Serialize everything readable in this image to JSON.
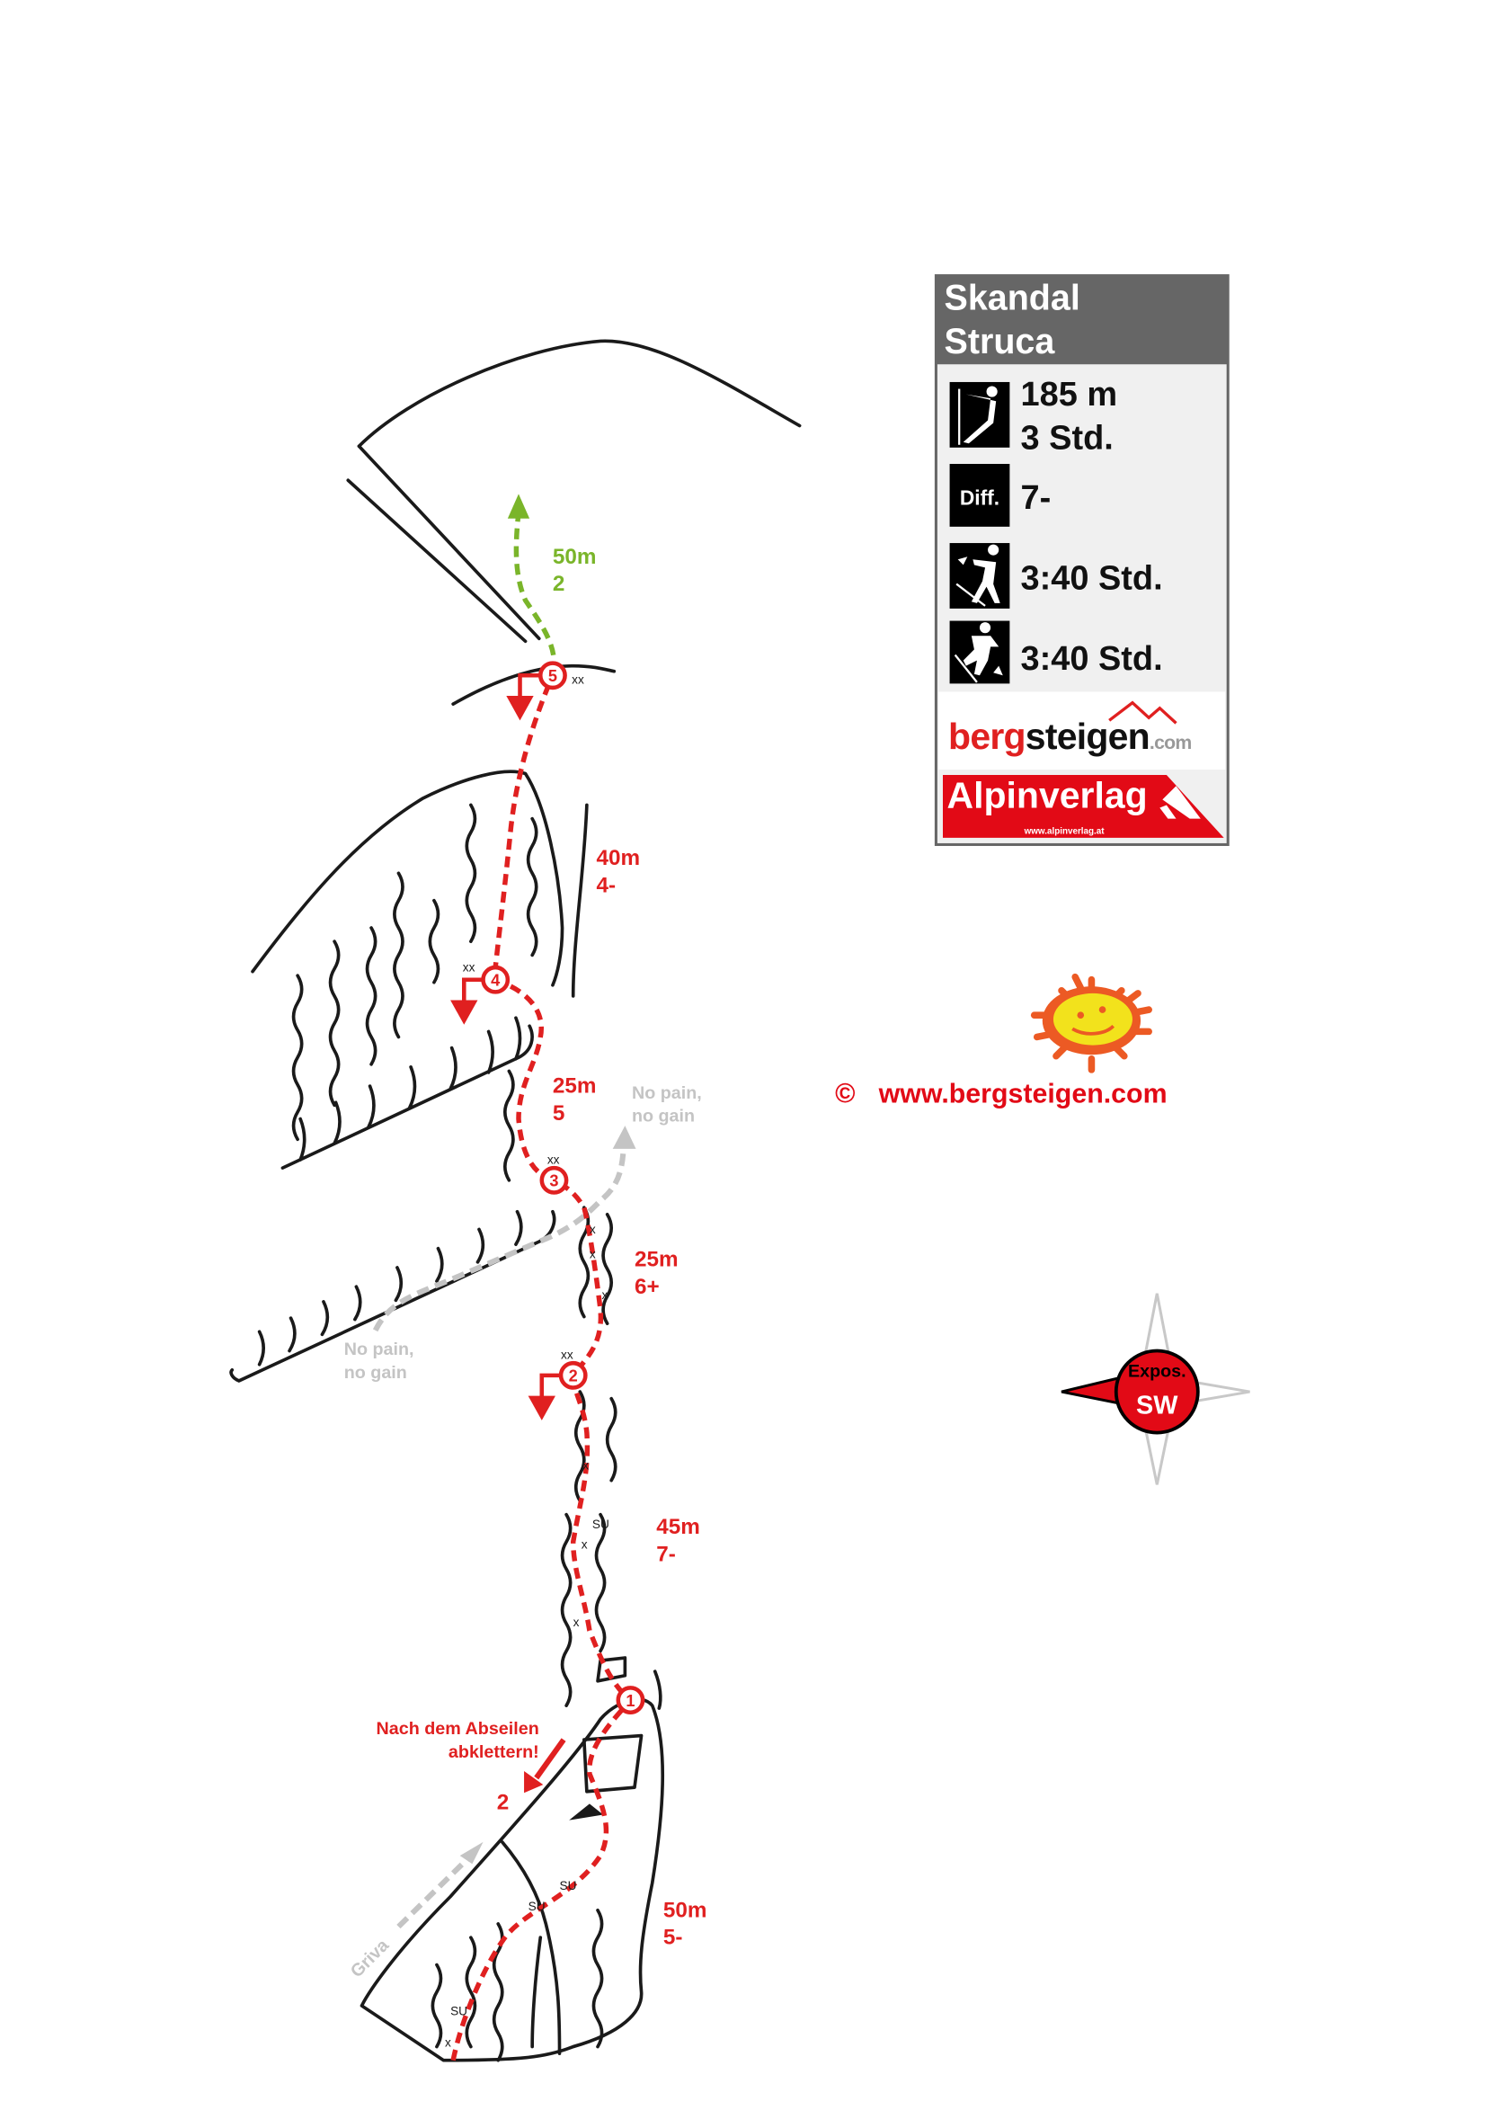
{
  "route": {
    "title_line1": "Skandal",
    "title_line2": "Struca",
    "length": "185 m",
    "time": "3 Std.",
    "difficulty_label": "Diff.",
    "difficulty": "7-",
    "approach_time": "3:40 Std.",
    "descent_time": "3:40 Std."
  },
  "branding": {
    "bergsteigen_red": "berg",
    "bergsteigen_black": "steigen",
    "bergsteigen_com": ".com",
    "alpinverlag": "Alpinverlag",
    "alpinverlag_url": "www.alpinverlag.at",
    "copyright_symbol": "©",
    "copyright_url": "www.bergsteigen.com"
  },
  "compass": {
    "label": "Expos.",
    "direction": "SW"
  },
  "pitches": [
    {
      "length": "50m",
      "grade": "5-"
    },
    {
      "length": "45m",
      "grade": "7-"
    },
    {
      "length": "25m",
      "grade": "6+"
    },
    {
      "length": "25m",
      "grade": "5"
    },
    {
      "length": "40m",
      "grade": "4-"
    },
    {
      "length": "50m",
      "grade": "2"
    }
  ],
  "belays": [
    "1",
    "2",
    "3",
    "4",
    "5"
  ],
  "notes": {
    "variant_upper_1": "No pain,",
    "variant_upper_2": "no gain",
    "variant_lower_1": "No pain,",
    "variant_lower_2": "no gain",
    "descent_note_1": "Nach dem Abseilen",
    "descent_note_2": "abklettern!",
    "descent_note_pitch": "2",
    "griva": "Griva"
  },
  "markers": {
    "anchor": "xx",
    "bolt": "x",
    "su": "SU"
  },
  "colors": {
    "route": "#e02020",
    "exit": "#7ab52a",
    "variant": "#c4c4c4",
    "header": "#666666",
    "panel": "#f0f0f0"
  }
}
